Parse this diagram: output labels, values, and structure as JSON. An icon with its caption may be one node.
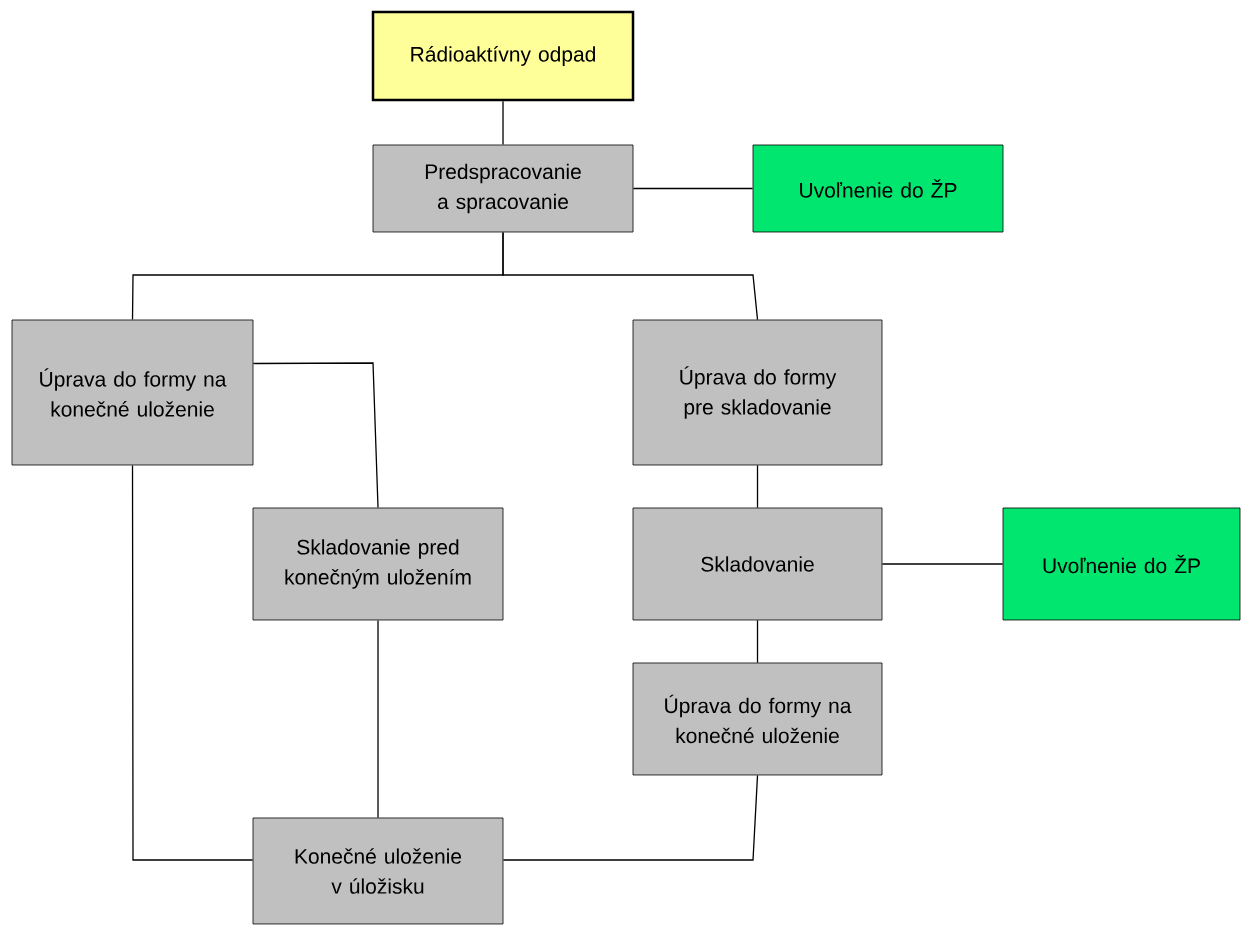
{
  "diagram": {
    "nodes": [
      {
        "text": [
          "Rádioaktívny odpad"
        ]
      },
      {
        "text": [
          "Predspracovanie a spracovanie"
        ]
      },
      {
        "text": [
          "Uvoľnenie do ŽP"
        ]
      },
      {
        "text": [
          "Úprava do formy na konečné uloženie"
        ]
      },
      {
        "text": [
          "Úprava do formy pre skladovanie"
        ]
      },
      {
        "text": [
          "Skladovanie pred konečným uložením"
        ]
      },
      {
        "text": [
          "Skladovanie"
        ]
      },
      {
        "text": [
          "Uvoľnenie do ŽP"
        ]
      },
      {
        "text": [
          "Úprava do formy na konečné uloženie"
        ]
      },
      {
        "text": [
          "Konečné uloženie v úložisku"
        ]
      }
    ],
    "edges": [
      {
        "from": 0,
        "to": 1,
        "arrow": "none"
      },
      {
        "from": 1,
        "to": 2,
        "arrow": "none"
      },
      {
        "from": 1,
        "to": 3,
        "arrow": "none"
      },
      {
        "from": 1,
        "to": 4,
        "arrow": "none"
      },
      {
        "from": 3,
        "to": 5,
        "arrow": "none"
      },
      {
        "from": 4,
        "to": 6,
        "arrow": "none"
      },
      {
        "from": 6,
        "to": 7,
        "arrow": "none"
      },
      {
        "from": 6,
        "to": 8,
        "arrow": "none"
      },
      {
        "from": 3,
        "to": 9,
        "arrow": "none"
      },
      {
        "from": 5,
        "to": 9,
        "arrow": "none"
      },
      {
        "from": 8,
        "to": 9,
        "arrow": "none"
      }
    ]
  }
}
